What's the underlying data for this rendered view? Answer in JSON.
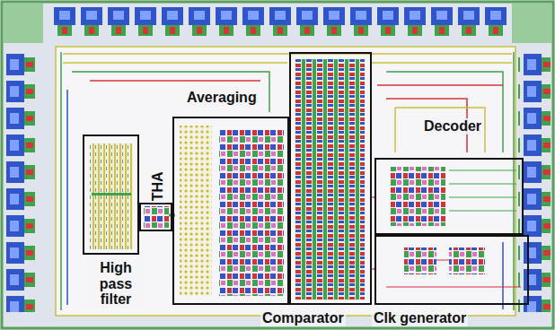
{
  "diagram": {
    "nodes": [
      {
        "text": [
          "High pass filter"
        ]
      },
      {
        "text": [
          "THA"
        ]
      },
      {
        "text": [
          "Averaging"
        ]
      },
      {
        "text": [
          "Comparator"
        ]
      },
      {
        "text": [
          "Decoder"
        ]
      },
      {
        "text": [
          "Clk generator"
        ]
      }
    ]
  }
}
